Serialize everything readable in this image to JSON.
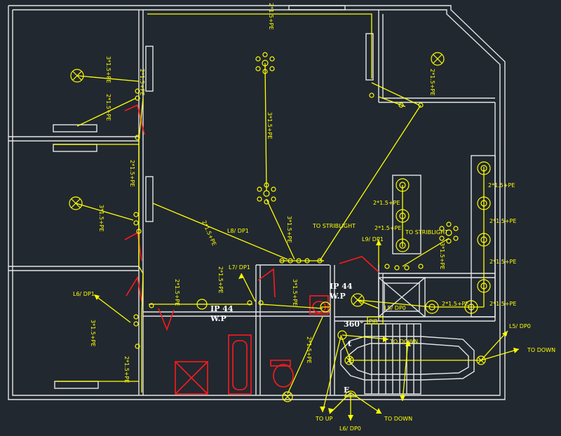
{
  "colors": {
    "background": "#212830",
    "walls": "#e6e6e6",
    "wiring": "#ffff00",
    "fixtures_red": "#ff1a1a"
  },
  "labels": {
    "c_top": "2*1.5+PE",
    "c_room1_a": "3*1.5+PE",
    "c_room1_b": "2*1.5+PE",
    "c_room1_c": "2*1.5+PE",
    "c_room2_a": "2*1.5+PE",
    "c_room2_b": "3*1.5+PE",
    "c_room3_a": "3*1.5+PE",
    "c_room3_b": "2*1.5+PE",
    "l6": "L6/ DP1",
    "c_center_mid": "3*1.5+PE",
    "c_center_low": "3*1.5+PE",
    "l8": "L8/ DP1",
    "c_diag": "2*1.5+PE",
    "to_strib1": "TO STRIBLIGHT",
    "to_strib2": "TO STRIBLIGHT",
    "l7": "L7/ DP1",
    "c_l7": "2*1.5+PE",
    "ip44_a": "IP 44",
    "wp_a": "W.P",
    "c_ip44": "2*1.5+PE",
    "c_bath": "3*1.5+PE",
    "ip44_b": "IP 44",
    "wp_b": "W.P",
    "l9": "L9/ DP1",
    "c_right_diag": "2*1.5+PE",
    "c_col_a": "2*1.5+PE",
    "c_col_b": "2*1.5+PE",
    "c_chand": "3*1.5+PE",
    "c_r1": "2*1.5+PE",
    "c_r2": "2*1.5+PE",
    "c_r3": "2*1.5+PE",
    "c_r4": "2*1.5+PE",
    "c_stair": "2*1.5+PE",
    "c_down": "2*1.5+PE",
    "l5a": "L5/ DP0",
    "deg": "360°",
    "pir": "PIR",
    "to_down_a": "TO DOWN",
    "l5b": "L5/ DP0",
    "to_down_b": "TO DOWN",
    "sym_t": "t",
    "sym_e": "E",
    "to_up": "TO UP",
    "l6dp0": "L6/ DP0",
    "to_down_c": "TO DOWN"
  }
}
